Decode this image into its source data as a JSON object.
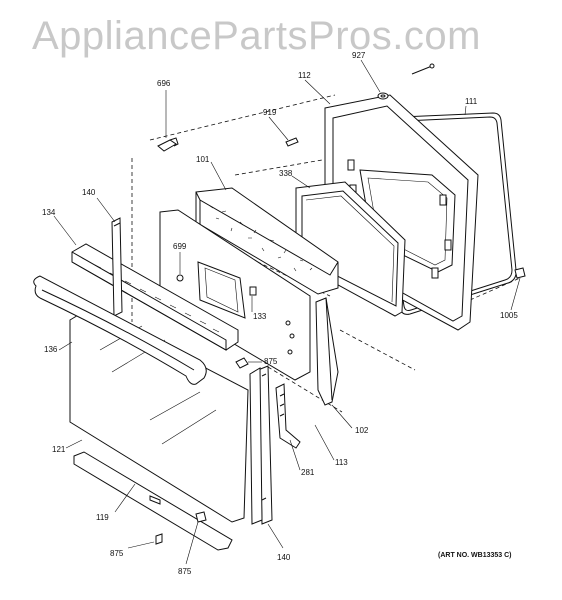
{
  "watermark": "AppliancePartsPros.com",
  "art_number": "(ART NO. WB13353 C)",
  "callouts": {
    "c696": "696",
    "c927": "927",
    "c112": "112",
    "c111": "111",
    "c919": "919",
    "c101": "101",
    "c338": "338",
    "c140a": "140",
    "c134": "134",
    "c699": "699",
    "c133": "133",
    "c136": "136",
    "c875a": "875",
    "c1005": "1005",
    "c102": "102",
    "c121": "121",
    "c113": "113",
    "c281": "281",
    "c119": "119",
    "c875b": "875",
    "c875c": "875",
    "c140b": "140"
  }
}
